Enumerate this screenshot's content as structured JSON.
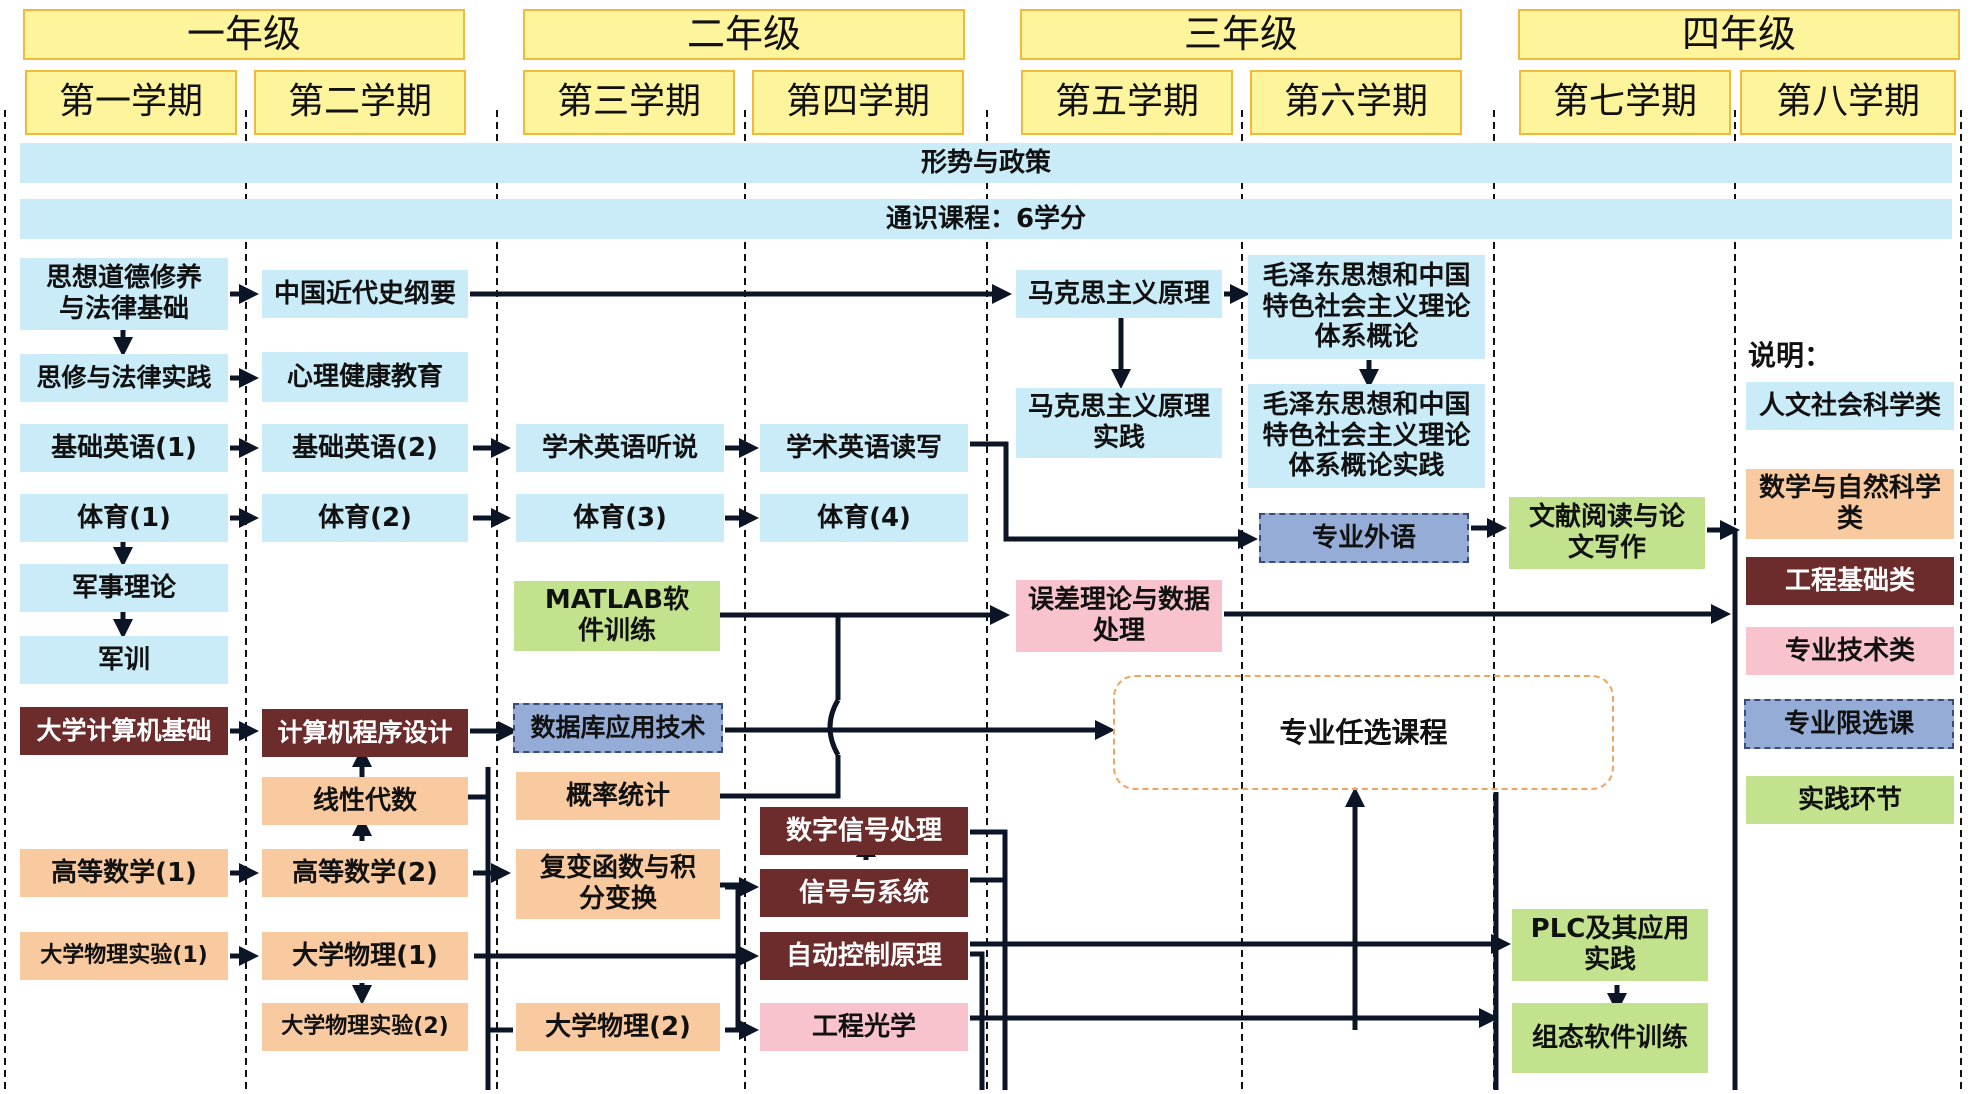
{
  "years": [
    "一年级",
    "二年级",
    "三年级",
    "四年级"
  ],
  "semesters": [
    "第一学期",
    "第二学期",
    "第三学期",
    "第四学期",
    "第五学期",
    "第六学期",
    "第七学期",
    "第八学期"
  ],
  "bands": {
    "policy": "形势与政策",
    "general": "通识课程：6学分"
  },
  "courses": {
    "ideology_law": "思想道德修养与法律基础",
    "ideology_practice": "思修与法律实践",
    "modern_history": "中国近代史纲要",
    "mental_health": "心理健康教育",
    "marxism": "马克思主义原理",
    "marxism_practice": "马克思主义原理实践",
    "mao": "毛泽东思想和中国特色社会主义理论体系概论",
    "mao_practice": "毛泽东思想和中国特色社会主义理论体系概论实践",
    "english1": "基础英语(1)",
    "english2": "基础英语(2)",
    "academic_listening": "学术英语听说",
    "academic_reading": "学术英语读写",
    "pe1": "体育(1)",
    "pe2": "体育(2)",
    "pe3": "体育(3)",
    "pe4": "体育(4)",
    "military_theory": "军事理论",
    "military_training": "军训",
    "professional_english": "专业外语",
    "literature_writing": "文献阅读与论文写作",
    "matlab": "MATLAB软件训练",
    "error_theory": "误差理论与数据处理",
    "intro_computer": "大学计算机基础",
    "programming": "计算机程序设计",
    "database": "数据库应用技术",
    "elective": "专业任选课程",
    "linear_algebra": "线性代数",
    "probability": "概率统计",
    "dsp": "数字信号处理",
    "signals": "信号与系统",
    "math1": "高等数学(1)",
    "math2": "高等数学(2)",
    "complex": "复变函数与积分变换",
    "physics_lab1": "大学物理实验(1)",
    "physics1": "大学物理(1)",
    "control": "自动控制原理",
    "plc": "PLC及其应用实践",
    "config_software": "组态软件训练",
    "physics_lab2": "大学物理实验(2)",
    "physics2": "大学物理(2)",
    "optics": "工程光学"
  },
  "legend": {
    "title": "说明：",
    "humanities": "人文社会科学类",
    "math_science": "数学与自然科学类",
    "engineering": "工程基础类",
    "professional": "专业技术类",
    "restricted": "专业限选课",
    "practice": "实践环节"
  },
  "colors": {
    "year_fill": "#fdf49c",
    "year_border": "#f2b93b",
    "humanities": "#c9ecf8",
    "math_science": "#f9ca9f",
    "engineering": "#6d2c2c",
    "professional": "#f8c3cc",
    "restricted": "#94acd6",
    "practice": "#c3e28e",
    "arrow": "#0b1526"
  }
}
